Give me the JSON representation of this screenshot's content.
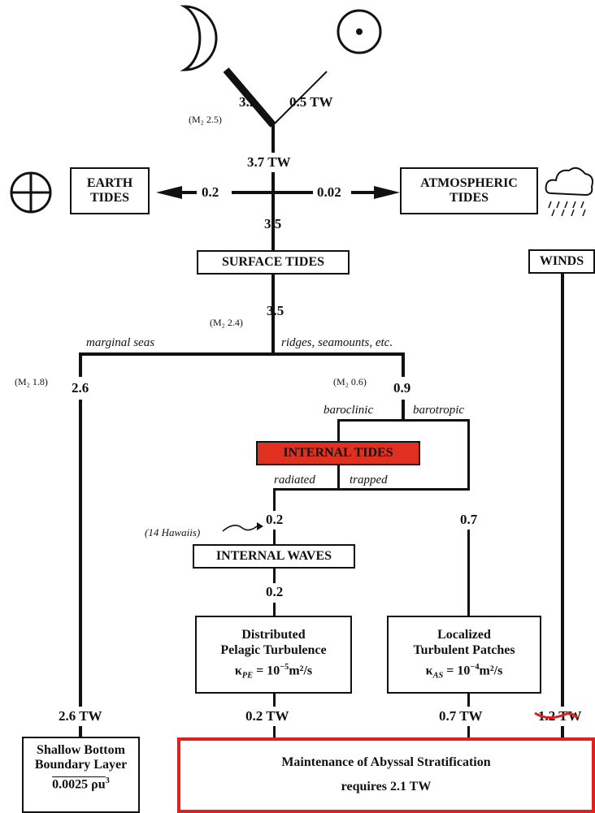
{
  "flow": {
    "moon_input": "3.2",
    "sun_input": "0.5 TW",
    "moon_m2": "(M₂ 2.5)",
    "total_input": "3.7 TW",
    "to_earth": "0.2",
    "to_atmos": "0.02",
    "to_surface": "3.5",
    "below_surface": "3.5",
    "below_surface_m2": "(M₂ 2.4)",
    "marginal_value": "2.6",
    "marginal_m2": "(M₂ 1.8)",
    "ridges_value": "0.9",
    "ridges_m2": "(M₂ 0.6)",
    "radiated_value": "0.2",
    "trapped_value": "0.7",
    "hawaii_note": "(14 Hawaiis)",
    "waves_value": "0.2",
    "out_shallow": "2.6 TW",
    "out_pelagic": "0.2 TW",
    "out_patches": "0.7 TW",
    "out_winds": "1.2 TW"
  },
  "labels": {
    "marginal_seas": "marginal seas",
    "ridges": "ridges, seamounts, etc.",
    "baroclinic": "baroclinic",
    "barotropic": "barotropic",
    "radiated": "radiated",
    "trapped": "trapped"
  },
  "boxes": {
    "earth_tides": [
      "EARTH",
      "TIDES"
    ],
    "atmos_tides": [
      "ATMOSPHERIC",
      "TIDES"
    ],
    "surface_tides": "SURFACE TIDES",
    "winds": "WINDS",
    "internal_tides": "INTERNAL TIDES",
    "internal_waves": "INTERNAL WAVES",
    "pelagic": [
      "Distributed",
      "Pelagic Turbulence"
    ],
    "pelagic_kappa": "10",
    "pelagic_exp": "−5",
    "pelagic_units": "m²/s",
    "patches": [
      "Localized",
      "Turbulent Patches"
    ],
    "patches_kappa": "10",
    "patches_exp": "−4",
    "patches_units": "m²/s",
    "shallow": [
      "Shallow Bottom",
      "Boundary Layer",
      "0.0025 ρu"
    ],
    "shallow_exp": "3",
    "abyssal": [
      "Maintenance of Abyssal Stratification",
      "requires 2.1 TW"
    ]
  },
  "colors": {
    "ink": "#111111",
    "highlight": "#e03020",
    "alert": "#e02020"
  }
}
